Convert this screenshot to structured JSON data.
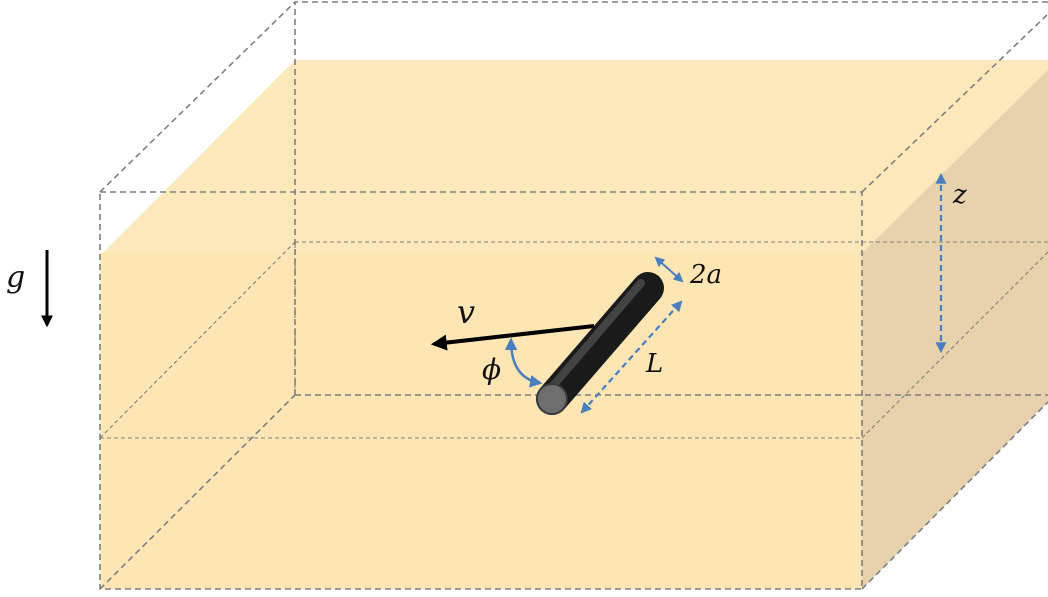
{
  "labels": {
    "gravity": "g",
    "velocity": "v",
    "angle": "ϕ",
    "length": "L",
    "diameter": "2a",
    "depth": "z"
  },
  "colors": {
    "fluid_front": "#fde6b4",
    "fluid_top": "#fde8bb",
    "fluid_side": "#e6d3ad",
    "box_edge": "#7f7f7f",
    "dimension": "#4a7ebf",
    "rod_body": "#1e1e1e",
    "rod_cap": "#6e6e6e",
    "arrow": "#000000"
  }
}
